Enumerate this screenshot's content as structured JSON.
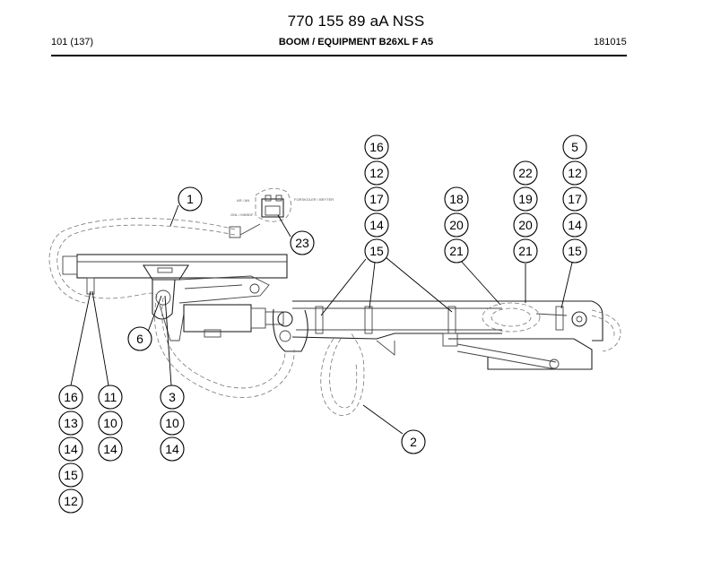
{
  "header": {
    "title": "770 155 89 aA NSS",
    "page_ref": "101 (137)",
    "section": "BOOM / EQUIPMENT B26XL F A5",
    "date_code": "181015"
  },
  "callouts": {
    "c1": "1",
    "c2": "2",
    "c3": "3",
    "c5": "5",
    "c6": "6",
    "c23": "23",
    "col_left": [
      "16",
      "13",
      "14",
      "15",
      "12"
    ],
    "col_11": [
      "11",
      "10",
      "14"
    ],
    "col_3": [
      "10",
      "14"
    ],
    "col_mid": [
      "16",
      "12",
      "17",
      "14",
      "15"
    ],
    "col_18": [
      "18",
      "20",
      "21"
    ],
    "col_22": [
      "22",
      "19",
      "20",
      "21"
    ],
    "col_right": [
      "12",
      "17",
      "14",
      "15"
    ]
  },
  "inset_labels": {
    "a": "AR / AN",
    "b": "FORSKOLER / BRYTER",
    "c": "GNL / MKBDF"
  },
  "colors": {
    "line": "#444444",
    "leader": "#000000",
    "background": "#ffffff"
  }
}
